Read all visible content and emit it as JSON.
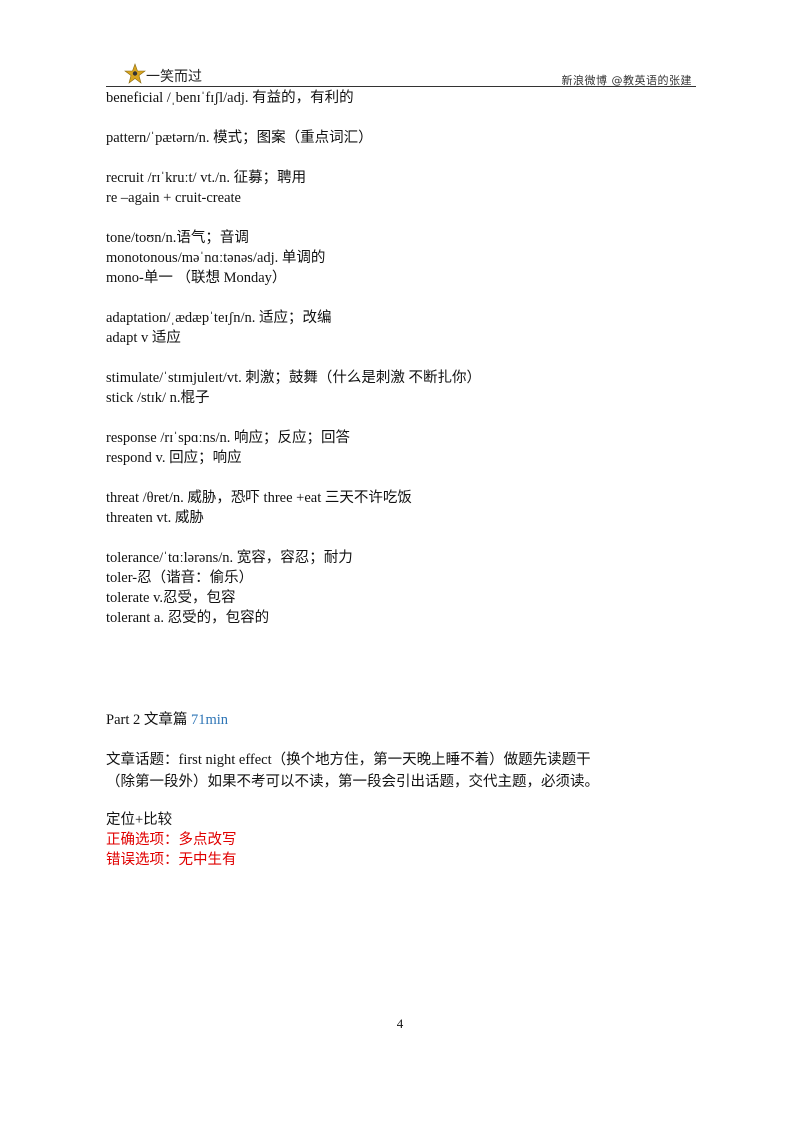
{
  "header": {
    "brand": "一笑而过",
    "weibo": "新浪微博 @教英语的张建",
    "logo_icon": "star-person-icon"
  },
  "vocab_lines": [
    "beneficial /ˌbenɪˈfɪʃl/adj. 有益的，有利的",
    "",
    "pattern/ˈpætərn/n. 模式；图案（重点词汇）",
    "",
    "recruit /rɪˈkruːt/ vt./n. 征募；聘用",
    "re –again + cruit-create",
    "",
    "tone/toʊn/n.语气；音调",
    "monotonous/məˈnɑːtənəs/adj. 单调的",
    "mono-单一 （联想 Monday）",
    "",
    "adaptation/ˌædæpˈteɪʃn/n. 适应；改编",
    "adapt v 适应",
    "",
    "stimulate/ˈstɪmjuleɪt/vt. 刺激；鼓舞（什么是刺激 不断扎你）",
    "stick /stɪk/  n.棍子",
    "",
    "response /rɪˈspɑːns/n. 响应；反应；回答",
    "respond v. 回应；响应",
    "",
    "threat /θret/n. 威胁，恐吓 three +eat 三天不许吃饭",
    "threaten vt. 威胁",
    "",
    "tolerance/ˈtɑːlərəns/n. 宽容，容忍；耐力",
    "toler-忍（谐音：偷乐）",
    "tolerate v.忍受，包容",
    "tolerant a. 忍受的，包容的"
  ],
  "part2": {
    "label": "Part 2 文章篇 ",
    "time": "71min"
  },
  "article_lines": [
    "文章话题：first night effect（换个地方住，第一天晚上睡不着）做题先读题干",
    "（除第一段外）如果不考可以不读，第一段会引出话题，交代主题，必须读。"
  ],
  "method": {
    "title": "定位+比较",
    "correct": "正确选项：多点改写",
    "wrong": "错误选项：无中生有"
  },
  "colors": {
    "accent_blue": "#2e75b6",
    "emphasis_red": "#e00000"
  },
  "page_number": "4"
}
